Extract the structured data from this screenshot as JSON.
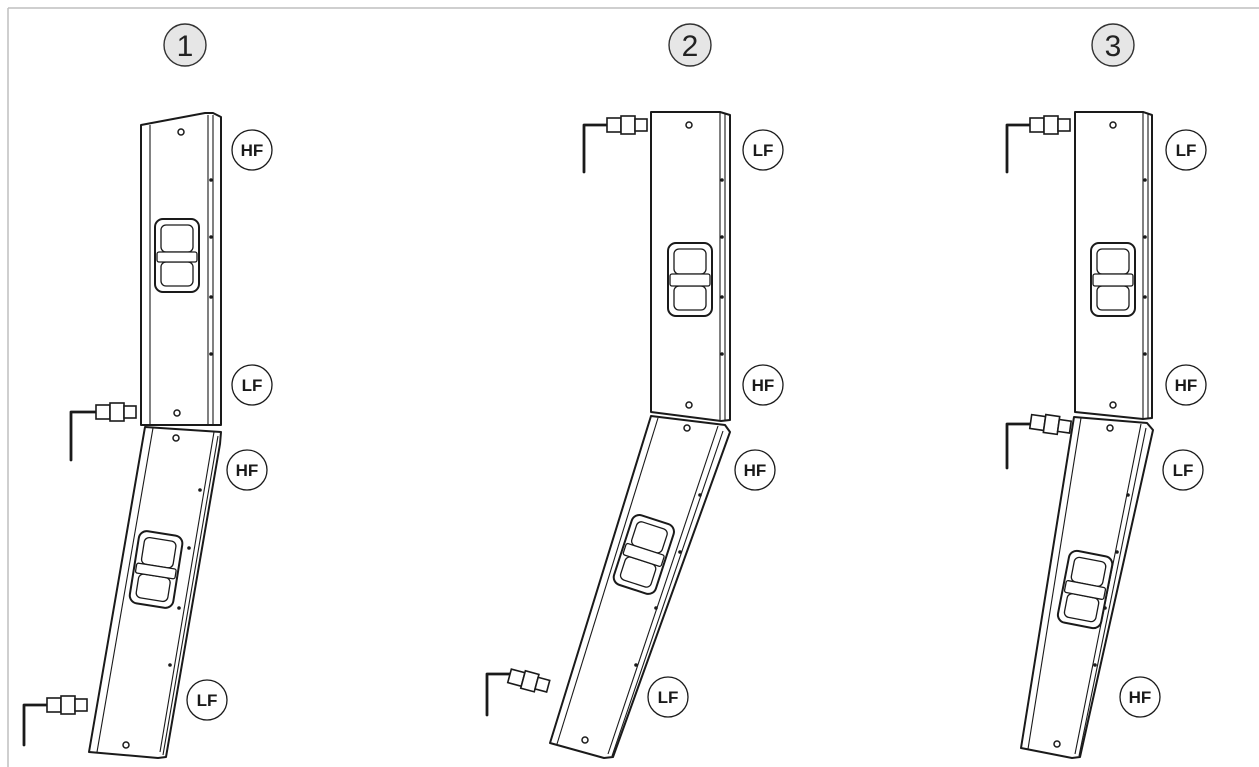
{
  "diagram": {
    "steps": [
      {
        "number": "1",
        "top_cabinet": {
          "top_label": "HF",
          "bottom_label": "LF"
        },
        "bottom_cabinet": {
          "top_label": "HF",
          "bottom_label": "LF"
        }
      },
      {
        "number": "2",
        "top_cabinet": {
          "top_label": "LF",
          "bottom_label": "HF"
        },
        "bottom_cabinet": {
          "top_label": "HF",
          "bottom_label": "LF"
        }
      },
      {
        "number": "3",
        "top_cabinet": {
          "top_label": "LF",
          "bottom_label": "HF"
        },
        "bottom_cabinet": {
          "top_label": "LF",
          "bottom_label": "HF"
        }
      }
    ]
  },
  "colors": {
    "line": "#1a1a1a",
    "number_circle_fill": "#e6e6e6",
    "frame_border": "#bfbfbf"
  }
}
